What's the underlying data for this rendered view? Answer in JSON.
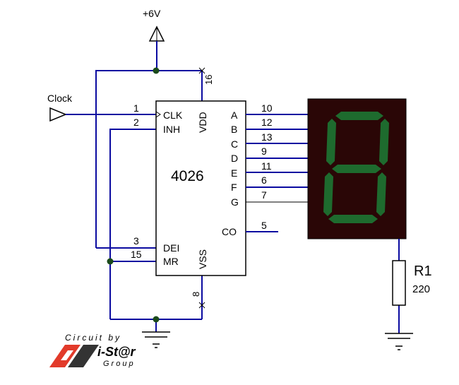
{
  "supply": {
    "label": "+6V"
  },
  "clock": {
    "label": "Clock"
  },
  "ic": {
    "name": "4026",
    "left_pins": [
      {
        "num": "1",
        "name": "CLK"
      },
      {
        "num": "2",
        "name": "INH"
      },
      {
        "num": "3",
        "name": "DEI"
      },
      {
        "num": "15",
        "name": "MR"
      }
    ],
    "top_pin": {
      "num": "16",
      "name": "VDD"
    },
    "bottom_pin": {
      "num": "8",
      "name": "VSS"
    },
    "right_pins": [
      {
        "num": "10",
        "name": "A"
      },
      {
        "num": "12",
        "name": "B"
      },
      {
        "num": "13",
        "name": "C"
      },
      {
        "num": "9",
        "name": "D"
      },
      {
        "num": "11",
        "name": "E"
      },
      {
        "num": "6",
        "name": "F"
      },
      {
        "num": "7",
        "name": "G"
      }
    ],
    "co_pin": {
      "num": "5",
      "name": "CO"
    }
  },
  "resistor": {
    "name": "R1",
    "value": "220"
  },
  "credit": {
    "line1": "Circuit by",
    "brand": "i-St@r",
    "line3": "Group"
  },
  "colors": {
    "wire": "#0a0aa0",
    "display_bg": "#2a0606",
    "segment": "#1e6b2e",
    "junction": "#1a4a1a",
    "logo_red": "#e23a2a",
    "logo_dark": "#333333"
  }
}
